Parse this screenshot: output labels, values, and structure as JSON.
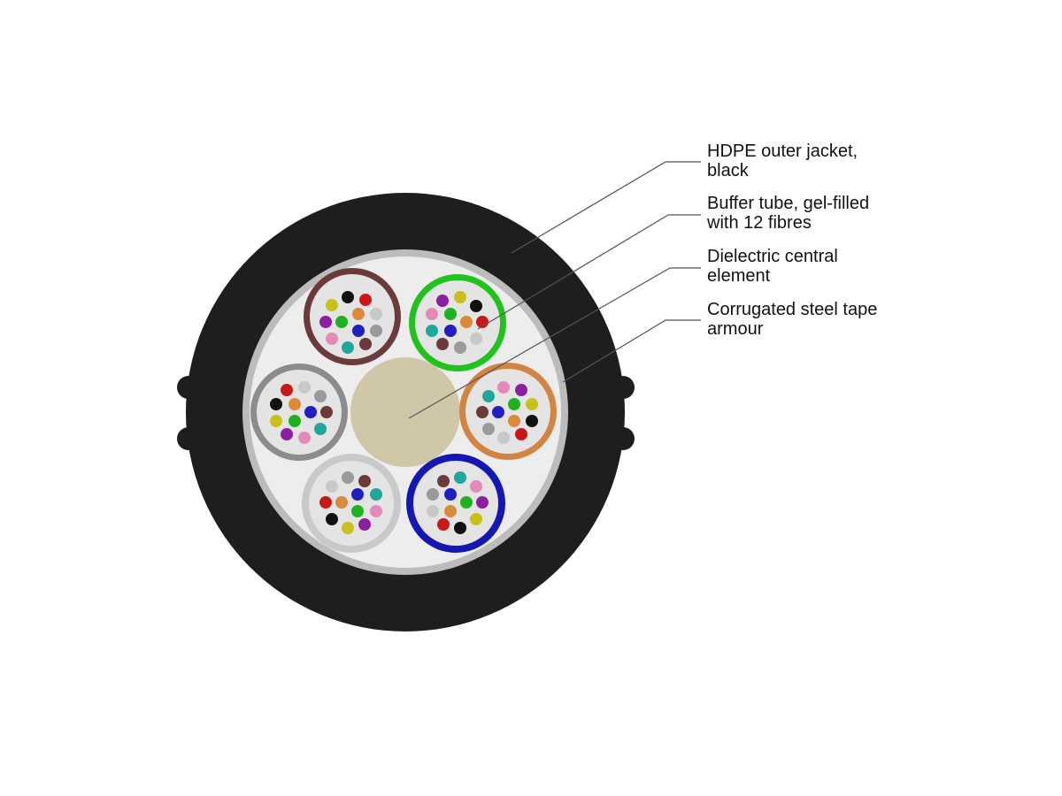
{
  "labels": [
    {
      "id": "jacket",
      "line1": "HDPE outer jacket,",
      "line2": "black"
    },
    {
      "id": "tube",
      "line1": "Buffer tube, gel-filled",
      "line2": "with 12 fibres"
    },
    {
      "id": "central",
      "line1": "Dielectric central",
      "line2": "element"
    },
    {
      "id": "armour",
      "line1": "Corrugated steel tape",
      "line2": "armour"
    }
  ],
  "colors": {
    "jacket": "#1e1e1e",
    "armour": "#bcbcbc",
    "fill": "#ededed",
    "central_element": "#cfc7a8",
    "leader": "#555555",
    "tube_gel": "#e4e4e4"
  },
  "buffer_tubes": [
    {
      "position": "top-left",
      "tube_color": "#6b3a3a"
    },
    {
      "position": "top-right",
      "tube_color": "#22c21e"
    },
    {
      "position": "right",
      "tube_color": "#d28443"
    },
    {
      "position": "bottom-right",
      "tube_color": "#1417b4"
    },
    {
      "position": "bottom-left",
      "tube_color": "#c9c9c9"
    },
    {
      "position": "left",
      "tube_color": "#8c8c8c"
    }
  ],
  "fibre_colors": [
    "#1f1fc2",
    "#d98a3d",
    "#20b020",
    "#6b3a3a",
    "#9a9a9a",
    "#c8c8c8",
    "#c81818",
    "#111111",
    "#c9c01b",
    "#8a1fa0",
    "#21a69a",
    "#e48ab8"
  ]
}
